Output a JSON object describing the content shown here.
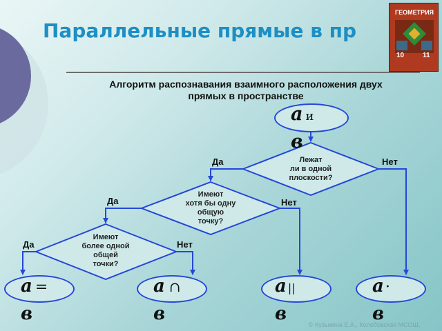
{
  "slide": {
    "title": "Параллельные прямые в пр",
    "subtitle_line1": "Алгоритм распознавания взаимного расположения двух",
    "subtitle_line2": "прямых в пространстве",
    "copyright": "© Кузьмина Е.А., Колобовская МСОШ,"
  },
  "book": {
    "title": "ГЕОМЕТРИЯ",
    "grade_left": "10",
    "grade_right": "11"
  },
  "flow": {
    "start": {
      "a": "a",
      "rel": "и",
      "b": "в"
    },
    "q1": {
      "line1": "Лежат",
      "line2": "ли в одной",
      "line3": "плоскости?",
      "yes": "Да",
      "no": "Нет"
    },
    "q2": {
      "line1": "Имеют",
      "line2": "хотя бы одну",
      "line3": "общую",
      "line4": "точку?",
      "yes": "Да",
      "no": "Нет"
    },
    "q3": {
      "line1": "Имеют",
      "line2": "более одной",
      "line3": "общей",
      "line4": "точки?",
      "yes": "Да",
      "no": "Нет"
    },
    "results": [
      {
        "a": "a",
        "rel": "=",
        "b": "в"
      },
      {
        "a": "a",
        "rel": "∩",
        "b": "в"
      },
      {
        "a": "a",
        "rel": "||",
        "b": "в"
      },
      {
        "a": "a",
        "rel": "·",
        "b": "в"
      }
    ]
  },
  "colors": {
    "title": "#1e8fc4",
    "line": "#2448d8",
    "fill": "#cfe9e9"
  }
}
